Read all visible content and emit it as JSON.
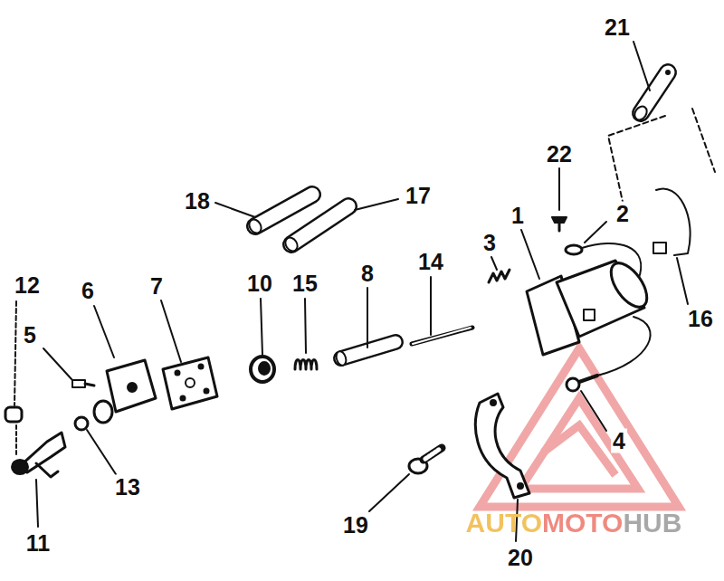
{
  "diagram": {
    "labels": [
      "21",
      "22",
      "2",
      "1",
      "18",
      "17",
      "3",
      "14",
      "12",
      "6",
      "7",
      "10",
      "15",
      "8",
      "16",
      "5",
      "4",
      "13",
      "19",
      "11",
      "20",
      "AUTOMOTOHUB"
    ]
  }
}
